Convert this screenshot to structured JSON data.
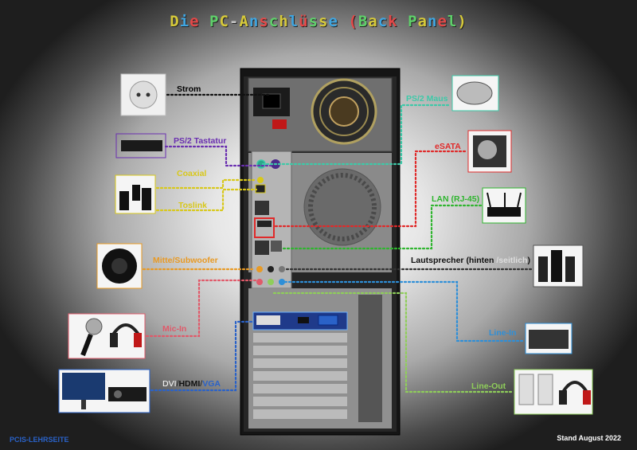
{
  "title_letters": [
    {
      "ch": "D",
      "color": "#d6c93a"
    },
    {
      "ch": "i",
      "color": "#3fa5e0"
    },
    {
      "ch": "e",
      "color": "#e34848"
    },
    {
      "ch": " ",
      "color": "#ffffff"
    },
    {
      "ch": "P",
      "color": "#5fd06a"
    },
    {
      "ch": "C",
      "color": "#d6c93a"
    },
    {
      "ch": "-",
      "color": "#c0c0c0"
    },
    {
      "ch": "A",
      "color": "#d6c93a"
    },
    {
      "ch": "n",
      "color": "#3fa5e0"
    },
    {
      "ch": "s",
      "color": "#e34848"
    },
    {
      "ch": "c",
      "color": "#5fd06a"
    },
    {
      "ch": "h",
      "color": "#d6c93a"
    },
    {
      "ch": "l",
      "color": "#3fa5e0"
    },
    {
      "ch": "ü",
      "color": "#e34848"
    },
    {
      "ch": "s",
      "color": "#5fd06a"
    },
    {
      "ch": "s",
      "color": "#d6c93a"
    },
    {
      "ch": "e",
      "color": "#3fa5e0"
    },
    {
      "ch": " ",
      "color": "#ffffff"
    },
    {
      "ch": "(",
      "color": "#e34848"
    },
    {
      "ch": "B",
      "color": "#5fd06a"
    },
    {
      "ch": "a",
      "color": "#d6c93a"
    },
    {
      "ch": "c",
      "color": "#3fa5e0"
    },
    {
      "ch": "k",
      "color": "#e34848"
    },
    {
      "ch": " ",
      "color": "#ffffff"
    },
    {
      "ch": "P",
      "color": "#5fd06a"
    },
    {
      "ch": "a",
      "color": "#d6c93a"
    },
    {
      "ch": "n",
      "color": "#3fa5e0"
    },
    {
      "ch": "e",
      "color": "#e34848"
    },
    {
      "ch": "l",
      "color": "#5fd06a"
    },
    {
      "ch": ")",
      "color": "#d6c93a"
    }
  ],
  "labels": {
    "strom": "Strom",
    "ps2_keyboard": "PS/2 Tastatur",
    "coaxial": "Coaxial",
    "toslink": "Toslink",
    "center_sub": "Mitte/Subwoofer",
    "mic_in": "Mic-In",
    "dvi": "DVI",
    "hdmi": "HDMI",
    "vga": "VGA",
    "slash": "/",
    "ps2_mouse": "PS/2 Maus",
    "esata": "eSATA",
    "lan": "LAN (RJ-45)",
    "speakers_a": "Lautsprecher (hinten ",
    "speakers_b": "seitlich",
    "speakers_c": ")",
    "line_in": "Line-In",
    "line_out": "Line-Out"
  },
  "footer": {
    "left": "PCIS-LEHRSEITE",
    "right": "Stand August 2022"
  },
  "colors": {
    "strom": "#111111",
    "ps2_keyboard": "#6a2fb0",
    "coaxial": "#d8c81a",
    "toslink": "#d8c81a",
    "center_sub": "#e89a25",
    "mic_in": "#e05a6a",
    "dvi": "#ffffff",
    "hdmi": "#111111",
    "vga": "#2a62c8",
    "ps2_mouse": "#3ec9a8",
    "esata": "#e02a2a",
    "lan": "#2fb52f",
    "speakers": "#2a2a2a",
    "line_in": "#2e8fd8",
    "line_out": "#8fce5a"
  }
}
